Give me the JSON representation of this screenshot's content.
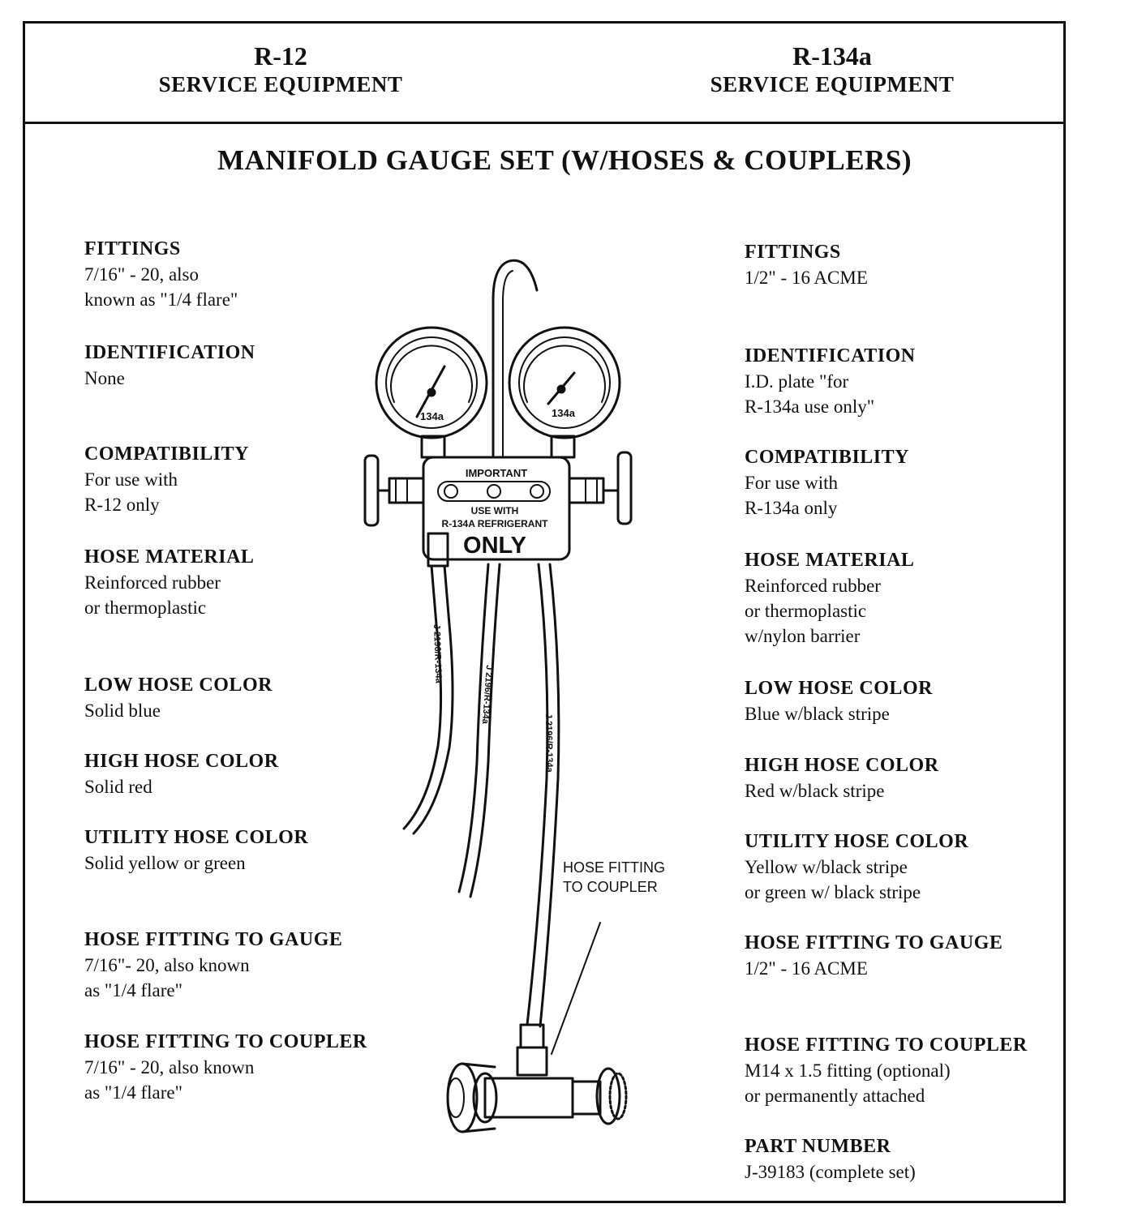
{
  "header": {
    "left_refrigerant": "R-12",
    "left_subtitle": "SERVICE EQUIPMENT",
    "right_refrigerant": "R-134a",
    "right_subtitle": "SERVICE EQUIPMENT"
  },
  "title": "MANIFOLD GAUGE SET (W/HOSES & COUPLERS)",
  "left_specs": [
    {
      "label": "FITTINGS",
      "value": "7/16\" - 20, also\nknown as \"1/4 flare\""
    },
    {
      "label": "IDENTIFICATION",
      "value": "None"
    },
    {
      "label": "COMPATIBILITY",
      "value": "For use with\nR-12 only"
    },
    {
      "label": "HOSE MATERIAL",
      "value": "Reinforced rubber\nor thermoplastic"
    },
    {
      "label": "LOW HOSE COLOR",
      "value": "Solid blue"
    },
    {
      "label": "HIGH HOSE COLOR",
      "value": "Solid red"
    },
    {
      "label": "UTILITY HOSE COLOR",
      "value": "Solid yellow or green"
    },
    {
      "label": "HOSE FITTING TO GAUGE",
      "value": "7/16\"- 20, also known\nas \"1/4 flare\""
    },
    {
      "label": "HOSE FITTING TO COUPLER",
      "value": "7/16\" - 20, also known\nas \"1/4 flare\""
    }
  ],
  "right_specs": [
    {
      "label": "FITTINGS",
      "value": "1/2\" - 16 ACME"
    },
    {
      "label": "IDENTIFICATION",
      "value": "I.D. plate \"for\nR-134a use only\""
    },
    {
      "label": "COMPATIBILITY",
      "value": "For use with\nR-134a only"
    },
    {
      "label": "HOSE MATERIAL",
      "value": "Reinforced rubber\nor thermoplastic\nw/nylon barrier"
    },
    {
      "label": "LOW HOSE COLOR",
      "value": "Blue w/black stripe"
    },
    {
      "label": "HIGH HOSE COLOR",
      "value": "Red w/black stripe"
    },
    {
      "label": "UTILITY HOSE COLOR",
      "value": "Yellow w/black stripe\nor green w/ black stripe"
    },
    {
      "label": "HOSE FITTING TO GAUGE",
      "value": "1/2\" - 16 ACME"
    },
    {
      "label": "HOSE FITTING TO COUPLER",
      "value": "M14 x 1.5 fitting (optional)\nor permanently attached"
    },
    {
      "label": "PART NUMBER",
      "value": "J-39183 (complete set)"
    }
  ],
  "illustration": {
    "gauge_left_label": "134a",
    "gauge_right_label": "134a",
    "plate_top": "IMPORTANT",
    "plate_mid": "USE WITH",
    "plate_bottom": "R-134A REFRIGERANT",
    "plate_only": "ONLY",
    "hose_print": "J 2196/R-134a",
    "callout": "HOSE FITTING\nTO COUPLER"
  }
}
